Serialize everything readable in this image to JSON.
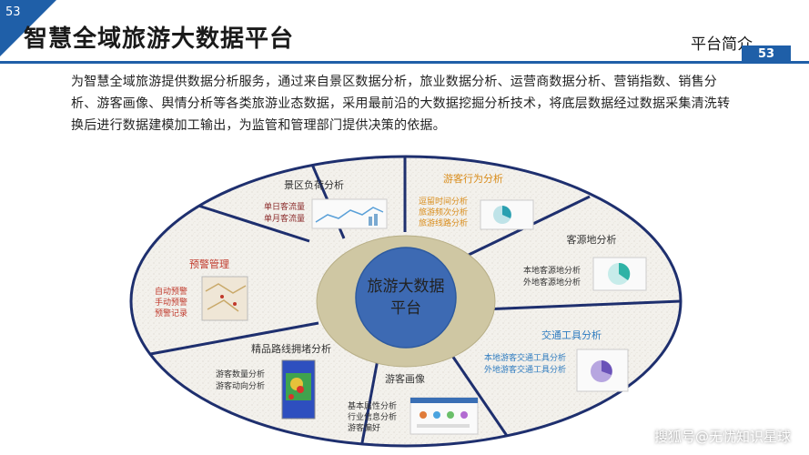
{
  "header": {
    "page_number": "53",
    "title": "智慧全域旅游大数据平台",
    "subtitle": "平台简介",
    "badge": "53"
  },
  "intro": "为智慧全域旅游提供数据分析服务，通过来自景区数据分析，旅业数据分析、运营商数据分析、营销指数、销售分析、游客画像、舆情分析等各类旅游业态数据，采用最前沿的大数据挖掘分析技术，将底层数据经过数据采集清洗转换后进行数据建模加工输出，为监管和管理部门提供决策的依据。",
  "center": {
    "line1": "旅游大数据",
    "line2": "平台"
  },
  "sections": {
    "scenic_load": {
      "title": "景区负荷分析",
      "items": [
        "单日客流量",
        "单月客流量"
      ]
    },
    "tourist_behavior": {
      "title": "游客行为分析",
      "items": [
        "逗留时间分析",
        "旅游频次分析",
        "旅游线路分析"
      ]
    },
    "source": {
      "title": "客源地分析",
      "items": [
        "本地客源地分析",
        "外地客源地分析"
      ]
    },
    "transport": {
      "title": "交通工具分析",
      "items": [
        "本地游客交通工具分析",
        "外地游客交通工具分析"
      ]
    },
    "portrait": {
      "title": "游客画像",
      "items": [
        "基本属性分析",
        "行业信息分析",
        "游客偏好"
      ]
    },
    "route": {
      "title": "精品路线拥堵分析",
      "items": [
        "游客数量分析",
        "游客动向分析"
      ]
    },
    "warning": {
      "title": "预警管理",
      "items": [
        "自动预警",
        "手动预警",
        "预警记录"
      ]
    }
  },
  "colors": {
    "accent": "#1f5fa8",
    "ellipse_edge": "#1e2f6e",
    "center_circle": "#3d6ab3",
    "ring": "#cfc7a3",
    "warning_red": "#c0392b",
    "behavior_orange": "#d98c1a",
    "transport_blue": "#2f7cc0"
  },
  "watermark": "搜狐号@无忧知识星球"
}
